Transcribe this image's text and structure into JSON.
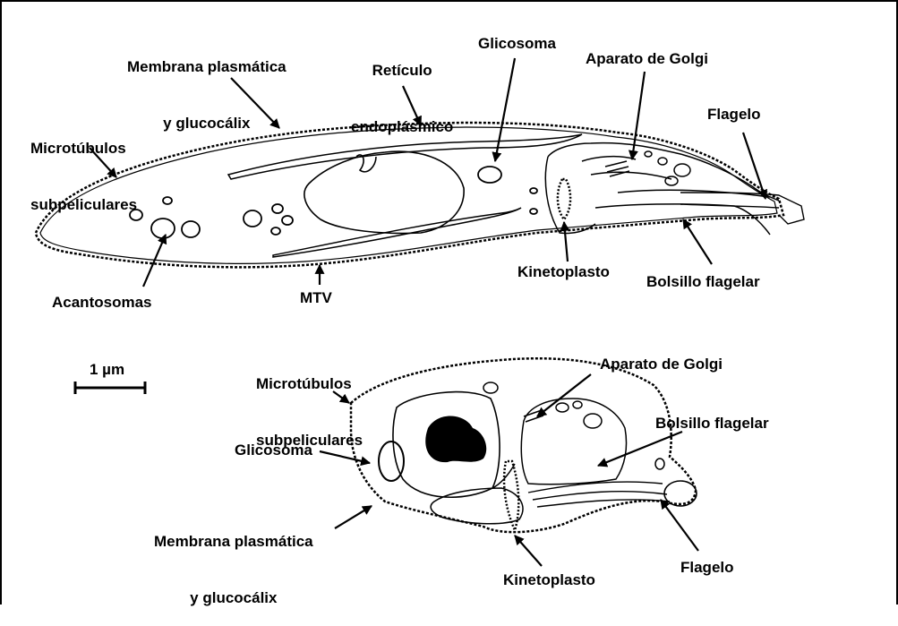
{
  "labels": {
    "membrana_top_1": "Membrana plasmática",
    "membrana_top_2": "y glucocálix",
    "reticulo_1": "Retículo",
    "reticulo_2": "endoplásmico",
    "glicosoma_top": "Glicosoma",
    "golgi_top": "Aparato de Golgi",
    "flagelo_top": "Flagelo",
    "microtubulos_top_1": "Microtúbulos",
    "microtubulos_top_2": "subpeliculares",
    "acantosomas": "Acantosomas",
    "mtv": "MTV",
    "kinetoplasto_top": "Kinetoplasto",
    "bolsillo_top": "Bolsillo flagelar",
    "microtubulos_bot_1": "Microtúbulos",
    "microtubulos_bot_2": "subpeliculares",
    "golgi_bot": "Aparato de Golgi",
    "bolsillo_bot": "Bolsillo flagelar",
    "glicosoma_bot": "Glicosoma",
    "membrana_bot_1": "Membrana plasmática",
    "membrana_bot_2": "y glucocálix",
    "kinetoplasto_bot": "Kinetoplasto",
    "flagelo_bot": "Flagelo",
    "scale_bar": "1 µm"
  }
}
